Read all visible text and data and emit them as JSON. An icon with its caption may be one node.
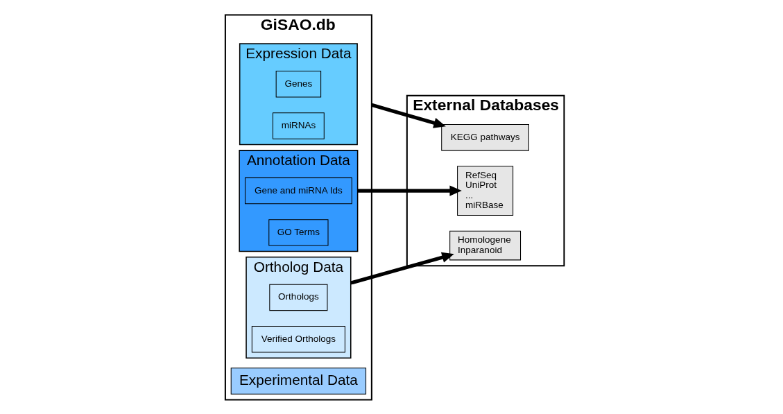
{
  "diagram": {
    "nodes": [
      {
        "text": [
          "GiSAO.db"
        ]
      },
      {
        "text": [
          "Expression Data"
        ],
        "in": 0
      },
      {
        "text": [
          "Genes"
        ],
        "in": 1
      },
      {
        "text": [
          "miRNAs"
        ],
        "in": 1
      },
      {
        "text": [
          "Annotation Data"
        ],
        "in": 0
      },
      {
        "text": [
          "Gene and miRNA Ids"
        ],
        "in": 4
      },
      {
        "text": [
          "GO Terms"
        ],
        "in": 4
      },
      {
        "text": [
          "Experimental Data"
        ],
        "in": 0
      },
      {
        "text": [
          "Ortholog Data"
        ],
        "in": 0
      },
      {
        "text": [
          "Orthologs"
        ],
        "in": 8
      },
      {
        "text": [
          "Verified Orthologs"
        ],
        "in": 8
      },
      {
        "text": [
          "External Databases"
        ]
      },
      {
        "text": [
          "RefSeq",
          "UniProt",
          "...",
          "miRBase"
        ],
        "in": 11
      },
      {
        "text": [
          "KEGG pathways"
        ],
        "in": 11
      },
      {
        "text": [
          "Homologene",
          "Inparanoid"
        ],
        "in": 11
      }
    ],
    "edges": [
      {
        "from": 4,
        "to": 12,
        "arrow": "to"
      },
      {
        "from": 0,
        "to": 13,
        "arrow": "to"
      },
      {
        "from": 8,
        "to": 14,
        "arrow": "to"
      }
    ]
  }
}
